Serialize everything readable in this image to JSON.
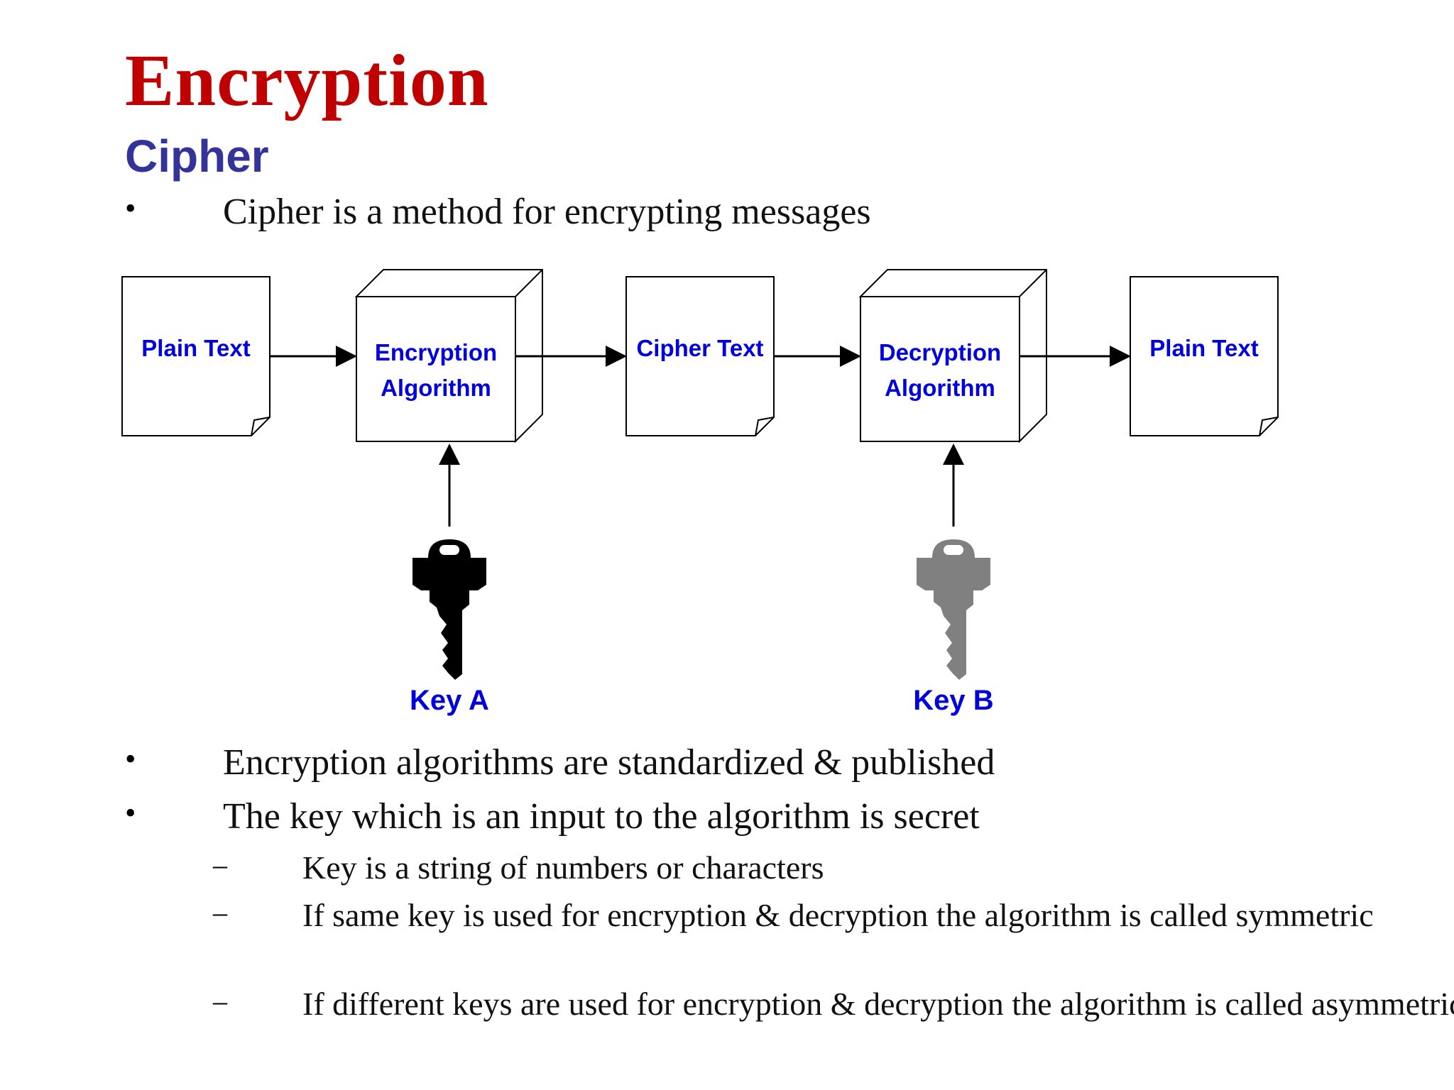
{
  "slide": {
    "title": "Encryption",
    "subtitle": "Cipher"
  },
  "colors": {
    "title": "#c00000",
    "subtitle": "#333399",
    "diagram_label": "#0000dd",
    "key_a": "#000000",
    "key_b": "#808080"
  },
  "intro_bullet": "Cipher is a method for encrypting messages",
  "diagram": {
    "nodes": [
      {
        "id": "plain-text-in",
        "shape": "document",
        "lines": [
          "Plain Text"
        ]
      },
      {
        "id": "encryption-algorithm",
        "shape": "cube",
        "lines": [
          "Encryption",
          "Algorithm"
        ]
      },
      {
        "id": "cipher-text",
        "shape": "document",
        "lines": [
          "Cipher Text"
        ]
      },
      {
        "id": "decryption-algorithm",
        "shape": "cube",
        "lines": [
          "Decryption",
          "Algorithm"
        ]
      },
      {
        "id": "plain-text-out",
        "shape": "document",
        "lines": [
          "Plain Text"
        ]
      }
    ],
    "keys": [
      {
        "label": "Key A",
        "feeds": "encryption-algorithm",
        "color": "#000000"
      },
      {
        "label": "Key B",
        "feeds": "decryption-algorithm",
        "color": "#808080"
      }
    ]
  },
  "bullets": [
    {
      "marker": "•",
      "text": "Encryption algorithms are standardized & published"
    },
    {
      "marker": "•",
      "text": "The key which is an input to the algorithm is secret"
    }
  ],
  "sub_bullets": [
    {
      "marker": "–",
      "text": "Key is a string of numbers or characters"
    },
    {
      "marker": "–",
      "text": "If same key is used for encryption & decryption the algorithm is called symmetric"
    },
    {
      "marker": "–",
      "text": "If different keys are used for encryption & decryption the algorithm is called asymmetric"
    }
  ]
}
